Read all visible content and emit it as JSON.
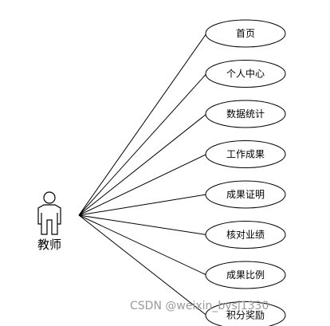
{
  "actor": {
    "label": "教师"
  },
  "use_cases": [
    {
      "id": "home",
      "label": "首页"
    },
    {
      "id": "personal-center",
      "label": "个人中心"
    },
    {
      "id": "data-stats",
      "label": "数据统计"
    },
    {
      "id": "work-results",
      "label": "工作成果"
    },
    {
      "id": "result-proof",
      "label": "成果证明"
    },
    {
      "id": "verify-performance",
      "label": "核对业绩"
    },
    {
      "id": "result-ratio",
      "label": "成果比例"
    },
    {
      "id": "points-reward",
      "label": "积分奖励"
    }
  ],
  "watermark": "CSDN @weixin_bysj1330"
}
